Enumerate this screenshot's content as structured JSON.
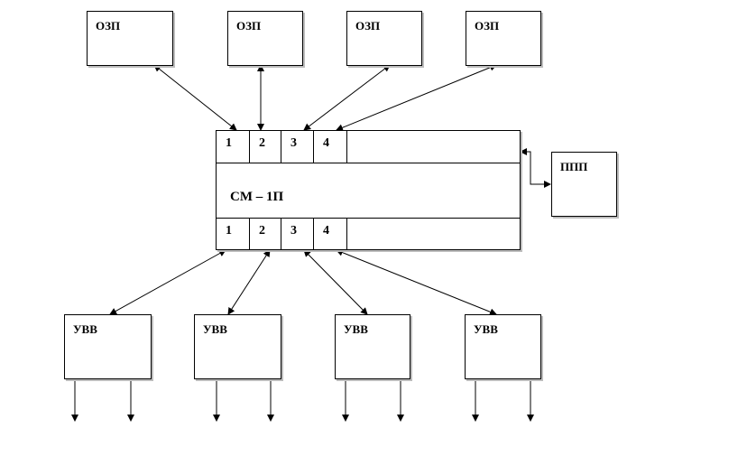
{
  "memory_modules": [
    "ОЗП",
    "ОЗП",
    "ОЗП",
    "ОЗП"
  ],
  "processor": {
    "label": "СМ – 1П",
    "top_ports": [
      "1",
      "2",
      "3",
      "4"
    ],
    "bottom_ports": [
      "1",
      "2",
      "3",
      "4"
    ]
  },
  "control_unit": "ППП",
  "io_devices": [
    "УВВ",
    "УВВ",
    "УВВ",
    "УВВ"
  ],
  "colors": {
    "line": "#000000",
    "shadow": "#bdbdbd",
    "background": "#ffffff"
  }
}
